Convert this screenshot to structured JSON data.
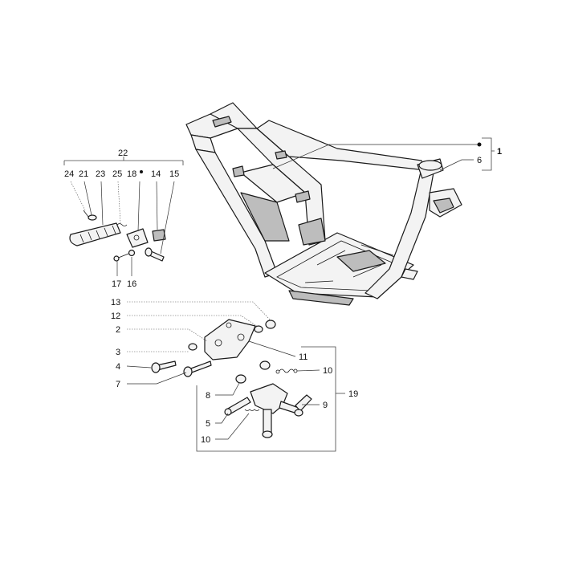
{
  "callouts": {
    "c1": "1",
    "c2": "2",
    "c3": "3",
    "c4": "4",
    "c5": "5",
    "c6": "6",
    "c7": "7",
    "c8": "8",
    "c9": "9",
    "c10a": "10",
    "c10b": "10",
    "c11": "11",
    "c12": "12",
    "c13": "13",
    "c14": "14",
    "c15": "15",
    "c16": "16",
    "c17": "17",
    "c18": "18",
    "c19": "19",
    "c21": "21",
    "c22": "22",
    "c23": "23",
    "c24": "24",
    "c25": "25"
  }
}
